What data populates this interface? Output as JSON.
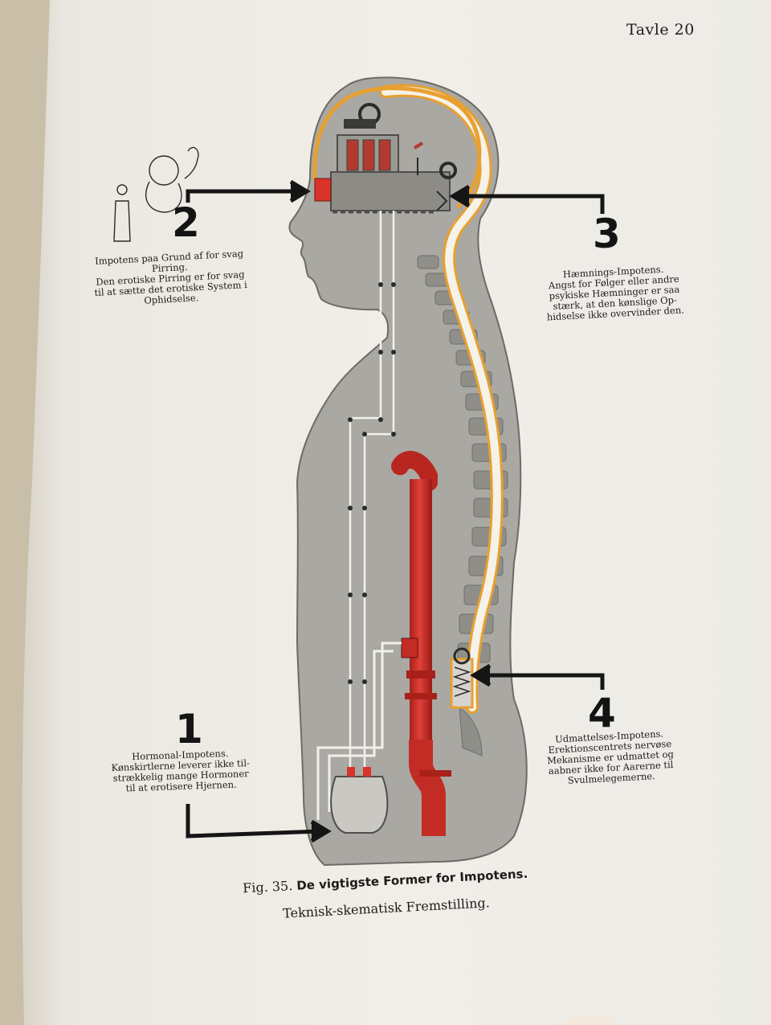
{
  "page": {
    "plate_label": "Tavle 20"
  },
  "figure": {
    "number": "Fig. 35.",
    "title": "De vigtigste Former for Impotens.",
    "subtitle": "Teknisk-skematisk Fremstilling."
  },
  "annotations": [
    {
      "number": "1",
      "text": "Hormonal-Impotens.\nKønskirtlerne leverer ikke til-\nstrækkelig mange Hormoner\ntil at erotisere Hjernen."
    },
    {
      "number": "2",
      "text": "Impotens paa Grund af for svag\nPirring.\nDen erotiske Pirring er for svag\ntil at sætte det erotiske System i\nOphidselse."
    },
    {
      "number": "3",
      "text": "Hæmnings-Impotens.\nAngst for Følger eller andre\npsykiske Hæmninger er saa\nstærk, at den kønslige Op-\nhidselse ikke overvinder den."
    },
    {
      "number": "4",
      "text": "Udmattelses-Impotens.\nErektionscentrets nervøse\nMekanisme er udmattet og\naabner ikke for Aarerne til\nSvulmelegemerne."
    }
  ],
  "colors": {
    "paper": "#efece6",
    "body_gray": "#a9a8a4",
    "pipe_red": "#d8342a",
    "nerve_orange": "#e8a030",
    "ink": "#1e1b18"
  }
}
